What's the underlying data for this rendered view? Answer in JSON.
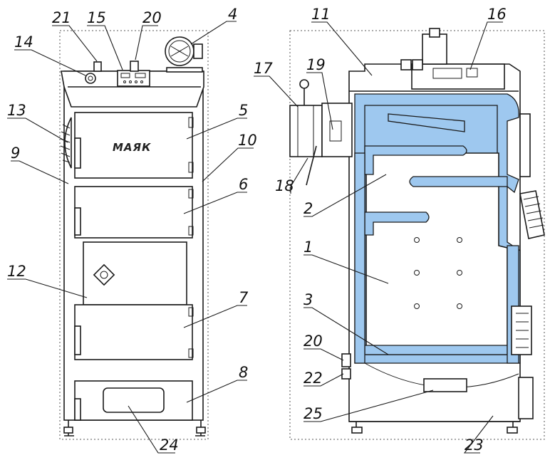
{
  "brand": "МАЯК",
  "colors": {
    "water_jacket": "#9ec8ef",
    "line": "#1a1a1a"
  },
  "labels": {
    "front": [
      "21",
      "15",
      "20",
      "4",
      "14",
      "13",
      "5",
      "9",
      "10",
      "6",
      "12",
      "7",
      "8",
      "24"
    ],
    "side": [
      "11",
      "16",
      "17",
      "19",
      "18",
      "2",
      "1",
      "3",
      "20",
      "22",
      "25",
      "23"
    ]
  }
}
